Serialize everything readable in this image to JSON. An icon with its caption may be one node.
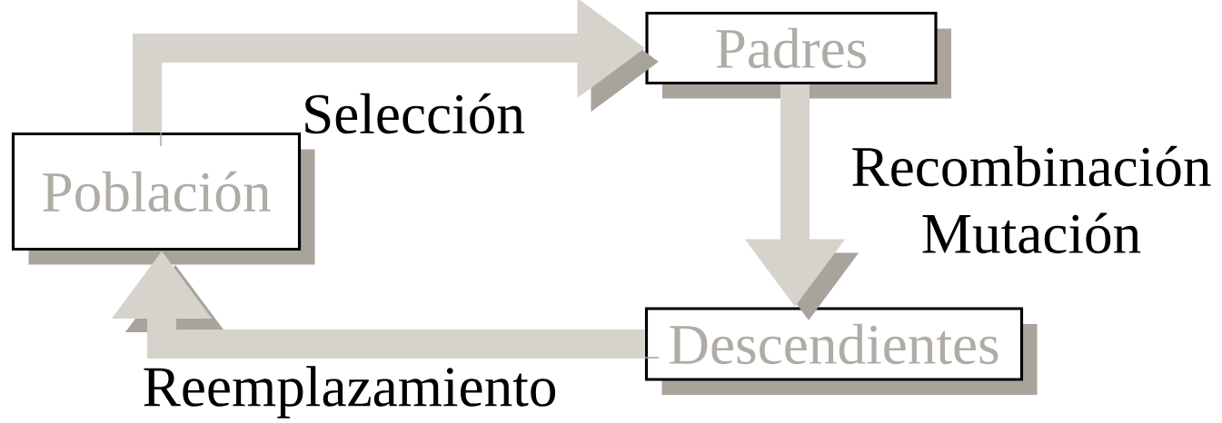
{
  "diagram": {
    "nodes": [
      {
        "text": [
          "Población"
        ]
      },
      {
        "text": [
          "Padres"
        ]
      },
      {
        "text": [
          "Descendientes"
        ]
      }
    ],
    "edges": [
      {
        "from": 0,
        "to": 1,
        "arrow": "to",
        "label": "Selección"
      },
      {
        "from": 1,
        "to": 2,
        "arrow": "to",
        "label": "Recombinación Mutación"
      },
      {
        "from": 2,
        "to": 0,
        "arrow": "to",
        "label": "Reemplazamiento"
      }
    ]
  }
}
